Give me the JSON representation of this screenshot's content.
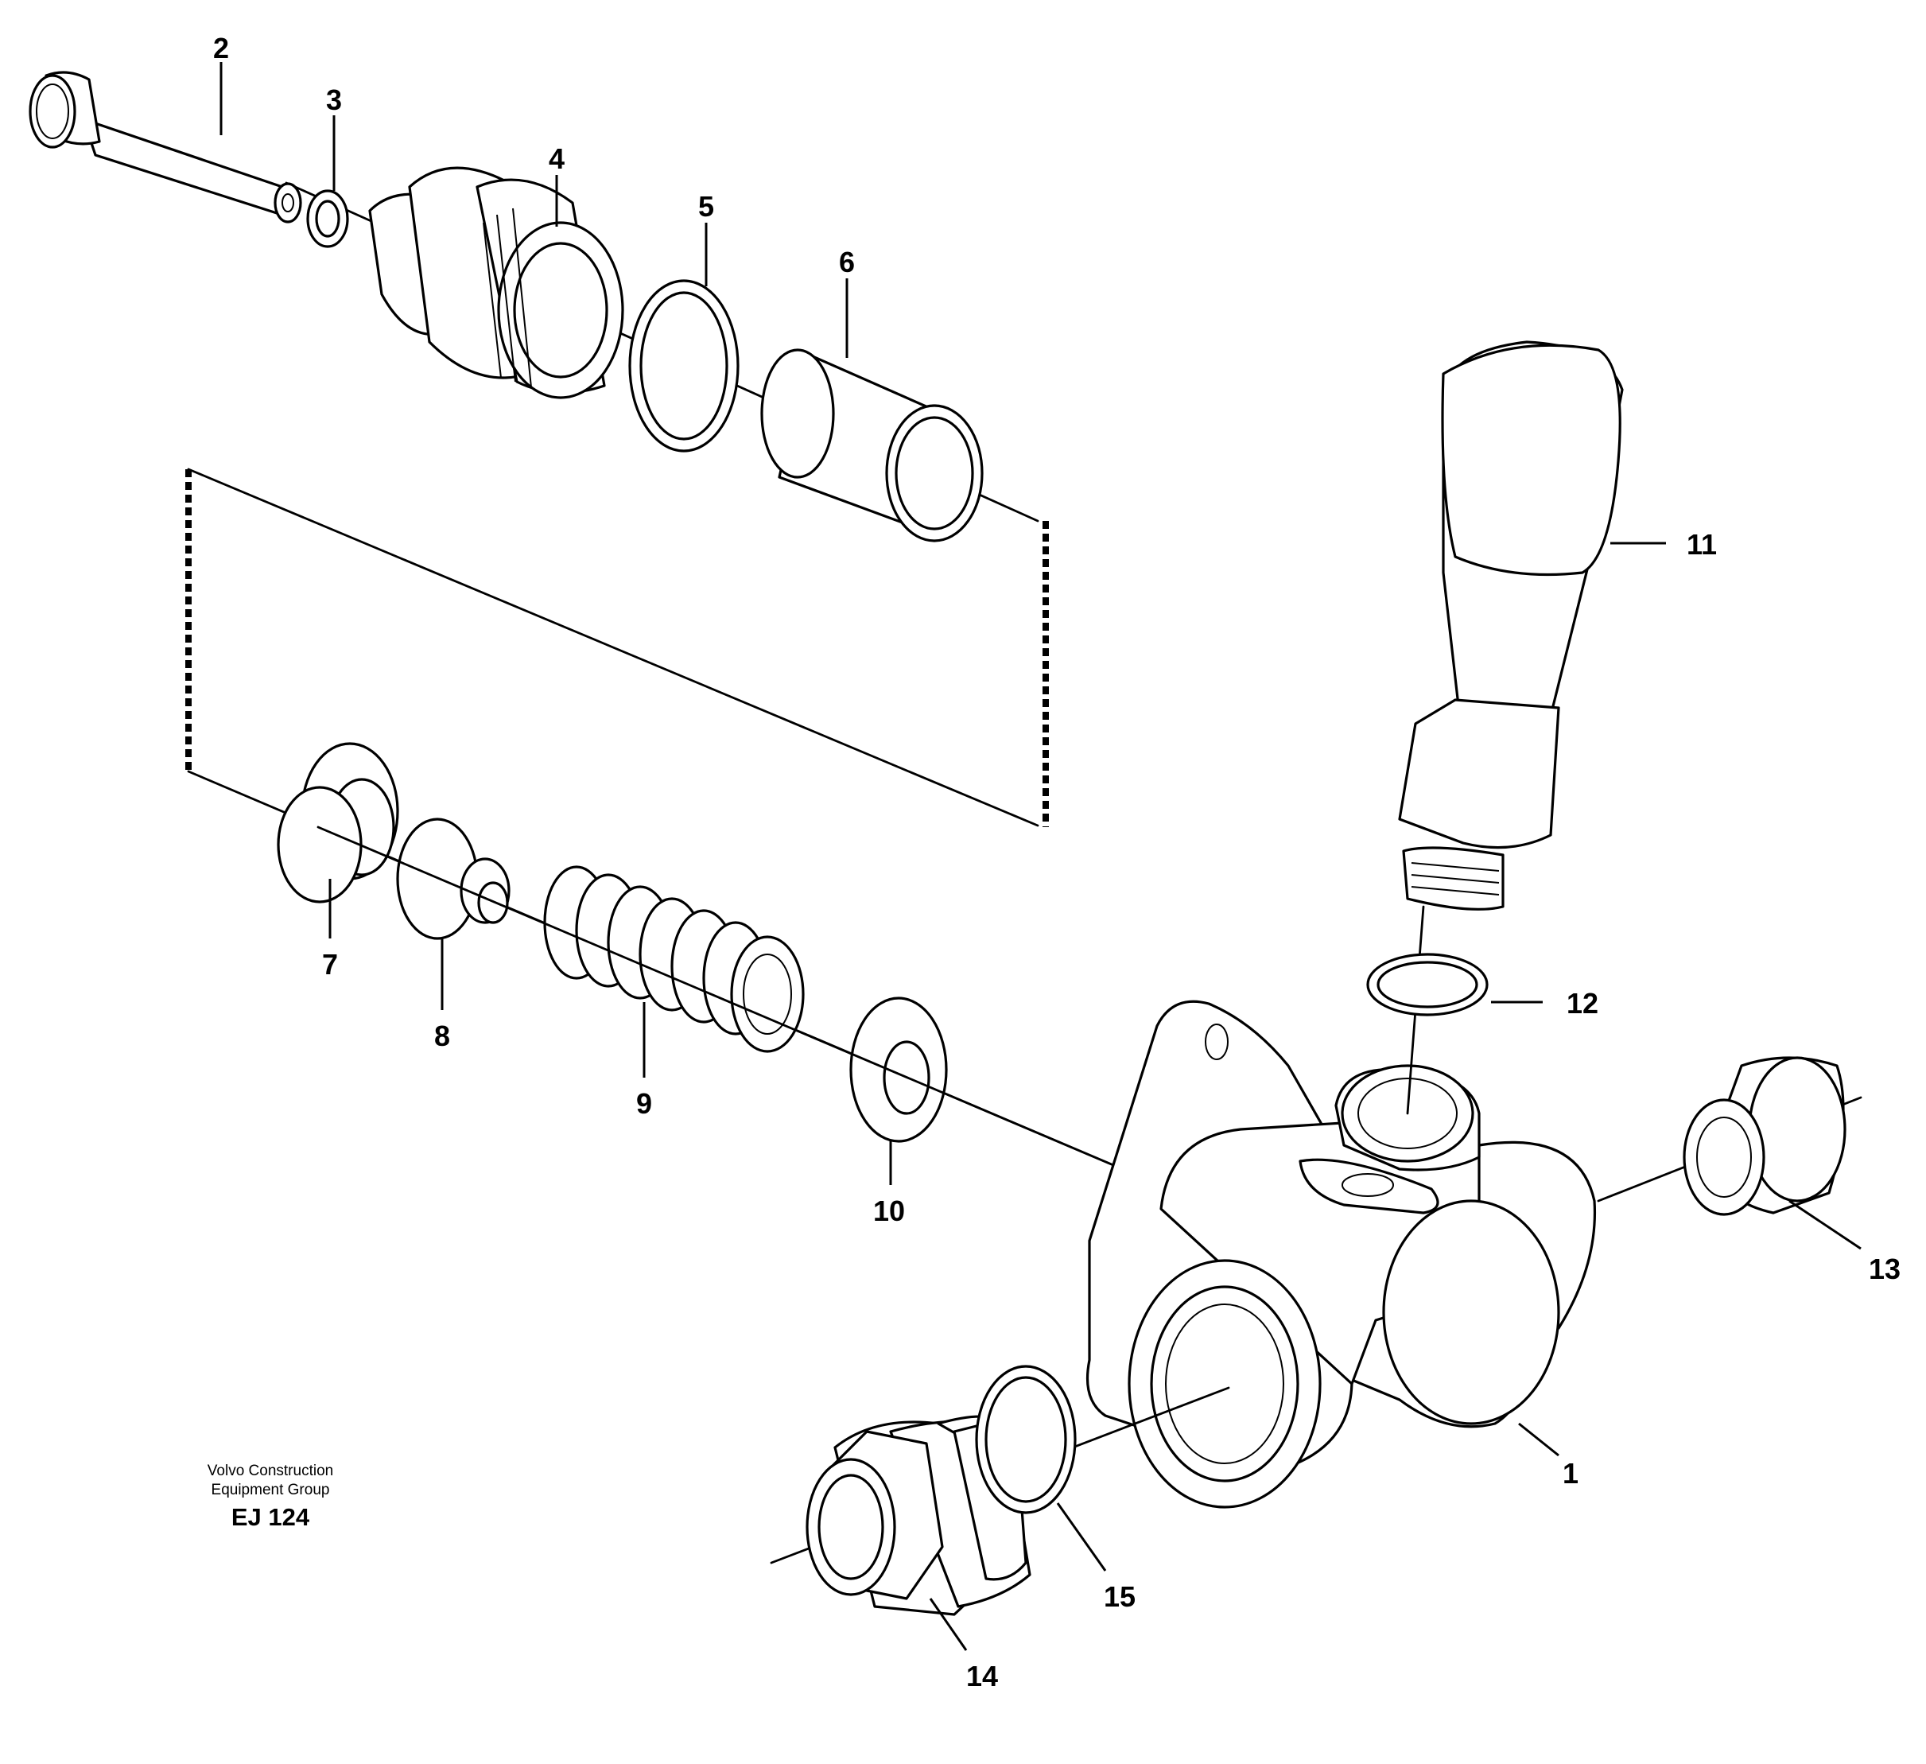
{
  "callouts": [
    {
      "id": "1",
      "label": "1"
    },
    {
      "id": "2",
      "label": "2"
    },
    {
      "id": "3",
      "label": "3"
    },
    {
      "id": "4",
      "label": "4"
    },
    {
      "id": "5",
      "label": "5"
    },
    {
      "id": "6",
      "label": "6"
    },
    {
      "id": "7",
      "label": "7"
    },
    {
      "id": "8",
      "label": "8"
    },
    {
      "id": "9",
      "label": "9"
    },
    {
      "id": "10",
      "label": "10"
    },
    {
      "id": "11",
      "label": "11"
    },
    {
      "id": "12",
      "label": "12"
    },
    {
      "id": "13",
      "label": "13"
    },
    {
      "id": "14",
      "label": "14"
    },
    {
      "id": "15",
      "label": "15"
    }
  ],
  "footer": {
    "org_line1": "Volvo Construction",
    "org_line2": "Equipment Group",
    "code": "EJ 124"
  }
}
